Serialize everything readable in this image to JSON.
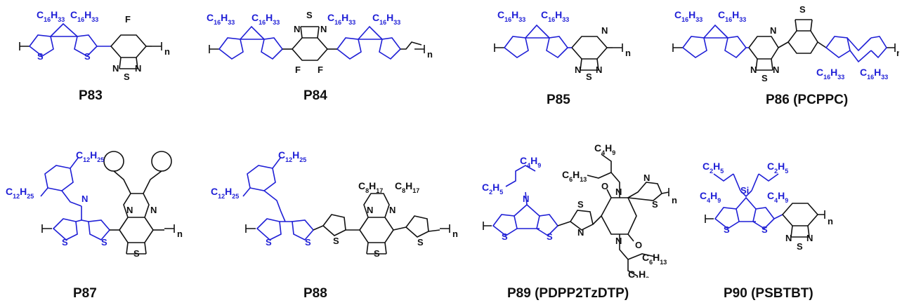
{
  "colors": {
    "donor": "#1f1fd6",
    "acceptor": "#111111"
  },
  "labels": {
    "c16h33": "C16H33",
    "c12h25": "C12H25",
    "c8h17": "C8H17",
    "c6h13": "C6H13",
    "c4h9": "C4H9",
    "c2h5": "C2H5",
    "s": "S",
    "n": "N",
    "f": "F",
    "o": "O",
    "si": "Si",
    "repeat": "n"
  },
  "polymers": [
    {
      "id": "P83",
      "caption": "P83"
    },
    {
      "id": "P84",
      "caption": "P84"
    },
    {
      "id": "P85",
      "caption": "P85"
    },
    {
      "id": "P86",
      "caption": "P86 (PCPPC)"
    },
    {
      "id": "P87",
      "caption": "P87"
    },
    {
      "id": "P88",
      "caption": "P88"
    },
    {
      "id": "P89",
      "caption": "P89 (PDPP2TzDTP)"
    },
    {
      "id": "P90",
      "caption": "P90 (PSBTBT)"
    }
  ]
}
